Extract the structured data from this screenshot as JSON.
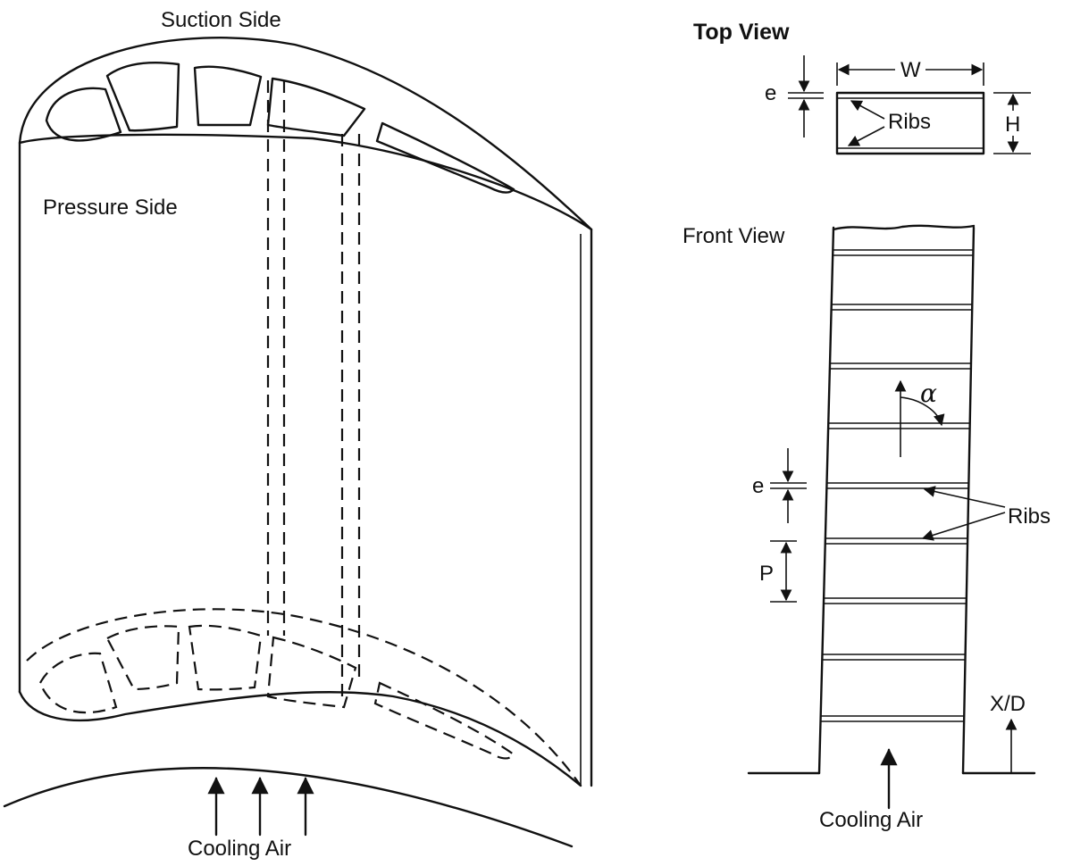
{
  "blade": {
    "suction_side": "Suction Side",
    "pressure_side": "Pressure Side",
    "cooling_air": "Cooling Air"
  },
  "top_view": {
    "title": "Top View",
    "label_e": "e",
    "label_w": "W",
    "label_h": "H",
    "label_ribs": "Ribs"
  },
  "front_view": {
    "title": "Front View",
    "label_e": "e",
    "label_p": "P",
    "label_alpha": "α",
    "label_ribs": "Ribs",
    "label_xd": "X/D",
    "cooling_air": "Cooling Air"
  },
  "colors": {
    "ink": "#111111",
    "paper": "#ffffff"
  }
}
